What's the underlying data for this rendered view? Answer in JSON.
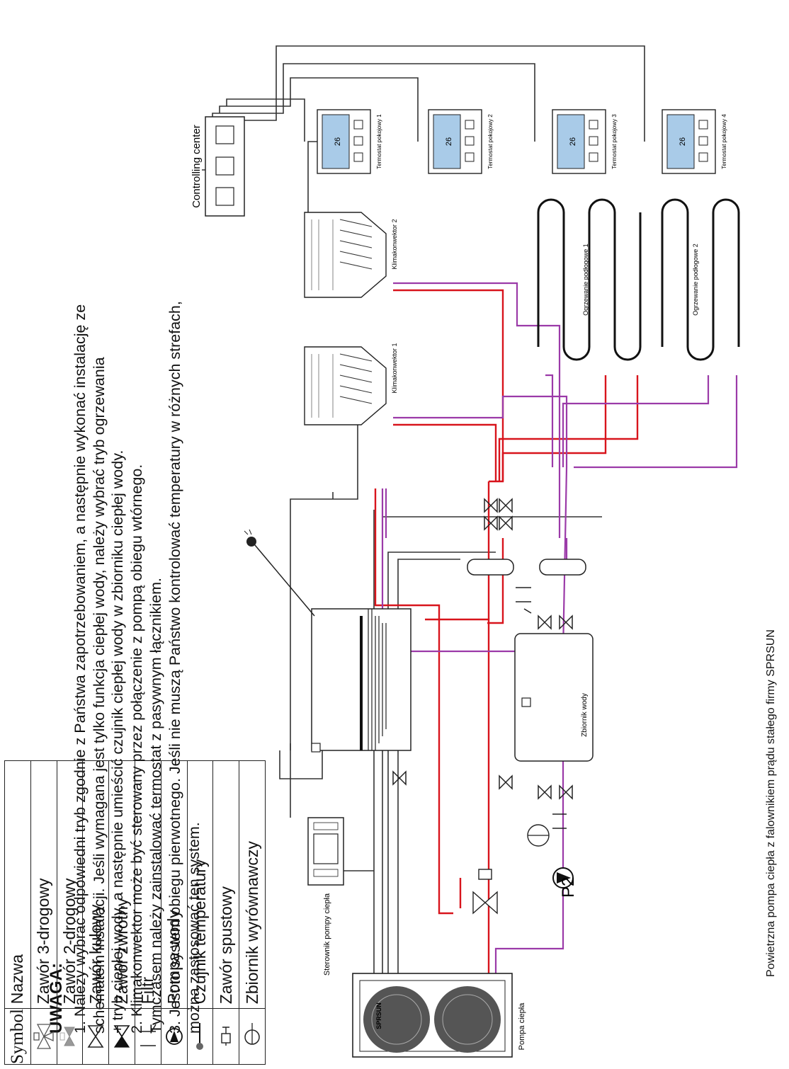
{
  "notes": {
    "title": "UWAGA:",
    "lines": [
      "1. Należy wybrać odpowiedni tryb zgodnie z Państwa zapotrzebowaniem, a następnie wykonać instalację ze",
      "schematem instalacji. Jeśli wymagana jest tylko funkcja ciepłej wody, należy wybrać tryb ogrzewania",
      "+ tryb ciepłej wody, a następnie umieścić czujnik ciepłej wody w zbiorniku ciepłej wody.",
      "2. Klimakonwektor może być sterowany przez połączenie z pompą obiegu wtórnego.",
      "Tymczasem należy zainstalować termostat z pasywnym łącznikiem.",
      "3. Jest to system obiegu pierwotnego. Jeśli nie muszą Państwo kontrolować temperatury w różnych strefach,",
      "można zastosować ten system."
    ]
  },
  "legend": {
    "header_symbol": "Symbol",
    "header_name": "Nazwa",
    "rows": [
      {
        "icon": "three-way-valve-icon",
        "name": "Zawór 3-drogowy"
      },
      {
        "icon": "two-way-valve-icon",
        "name": "Zawór 2-drogowy"
      },
      {
        "icon": "ball-valve-icon",
        "name": "Zawór kulowy"
      },
      {
        "icon": "check-valve-icon",
        "name": "Zawór zwrotny"
      },
      {
        "icon": "filter-icon",
        "name": "Filtr"
      },
      {
        "icon": "water-pump-icon",
        "name": "Pompa wody"
      },
      {
        "icon": "temperature-sensor-icon",
        "name": "Czujnik temperatury"
      },
      {
        "icon": "drain-valve-icon",
        "name": "Zawór spustowy"
      },
      {
        "icon": "expansion-tank-icon",
        "name": "Zbiornik wyrównawczy"
      }
    ]
  },
  "labels": {
    "heat_pump": "Pompa ciepła",
    "heat_pump_controller": "Sterownik pompy ciepła",
    "brand": "SPRSUN",
    "pump_p2": "P2",
    "water_tank": "Zbiornik wody",
    "fan_coil_1": "Klimakonwektor 1",
    "fan_coil_2": "Klimakonwektor 2",
    "floor_heating_1": "Ogrzewanie podłogowe 1",
    "floor_heating_2": "Ogrzewanie podłogowe 2",
    "controlling_center": "Controlling center",
    "thermostat_1": "Termostat pokojowy 1",
    "thermostat_2": "Termostat pokojowy 2",
    "thermostat_3": "Termostat pokojowy 3",
    "thermostat_4": "Termostat pokojowy 4",
    "thermostat_display": "26"
  },
  "footer": "Powietrzna pompa ciepła z falownikiem prądu stałego firmy SPRSUN",
  "colors": {
    "supply": "#d8141c",
    "return": "#9b3aa8",
    "wire": "#333333"
  }
}
